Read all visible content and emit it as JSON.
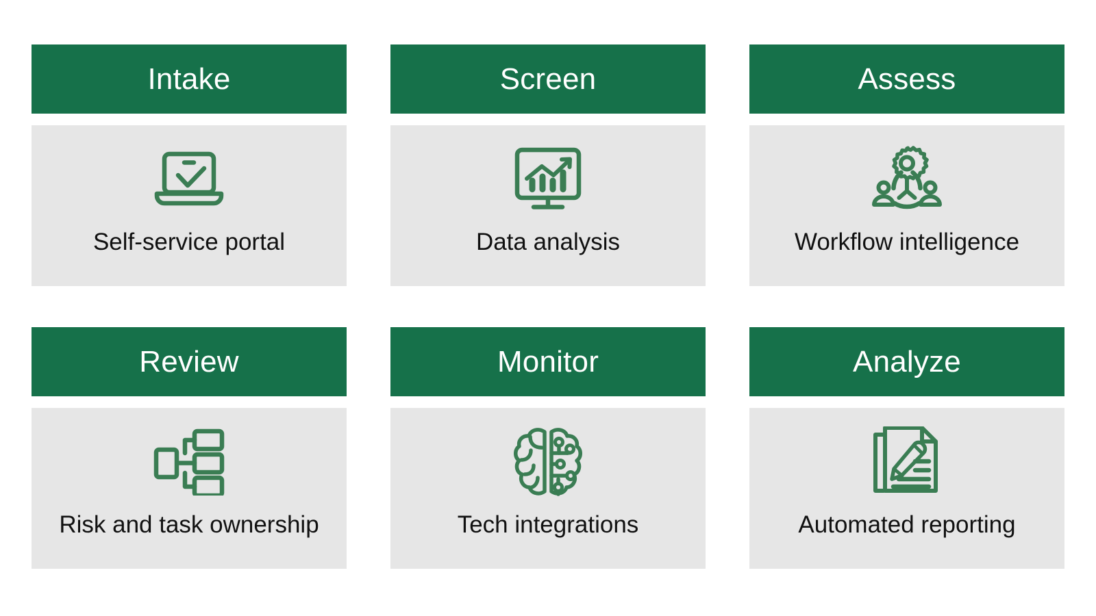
{
  "theme": {
    "header_green": "#16714A",
    "panel_grey": "#E6E6E6",
    "icon_green": "#3A7D53",
    "caption_text": "#111111",
    "header_text": "#FFFFFF",
    "page_background": "#FFFFFF"
  },
  "diagram": {
    "type": "process-stage-cards",
    "columns": 3,
    "rows": 2,
    "cards": [
      {
        "title": "Intake",
        "caption": "Self-service portal",
        "icon": "laptop-checkmark-icon"
      },
      {
        "title": "Screen",
        "caption": "Data analysis",
        "icon": "monitor-chart-growth-icon"
      },
      {
        "title": "Assess",
        "caption": "Workflow intelligence",
        "icon": "people-gear-network-icon"
      },
      {
        "title": "Review",
        "caption": "Risk and task ownership",
        "icon": "org-hierarchy-icon"
      },
      {
        "title": "Monitor",
        "caption": "Tech integrations",
        "icon": "ai-brain-circuit-icon"
      },
      {
        "title": "Analyze",
        "caption": "Automated reporting",
        "icon": "documents-pencil-icon"
      }
    ]
  }
}
